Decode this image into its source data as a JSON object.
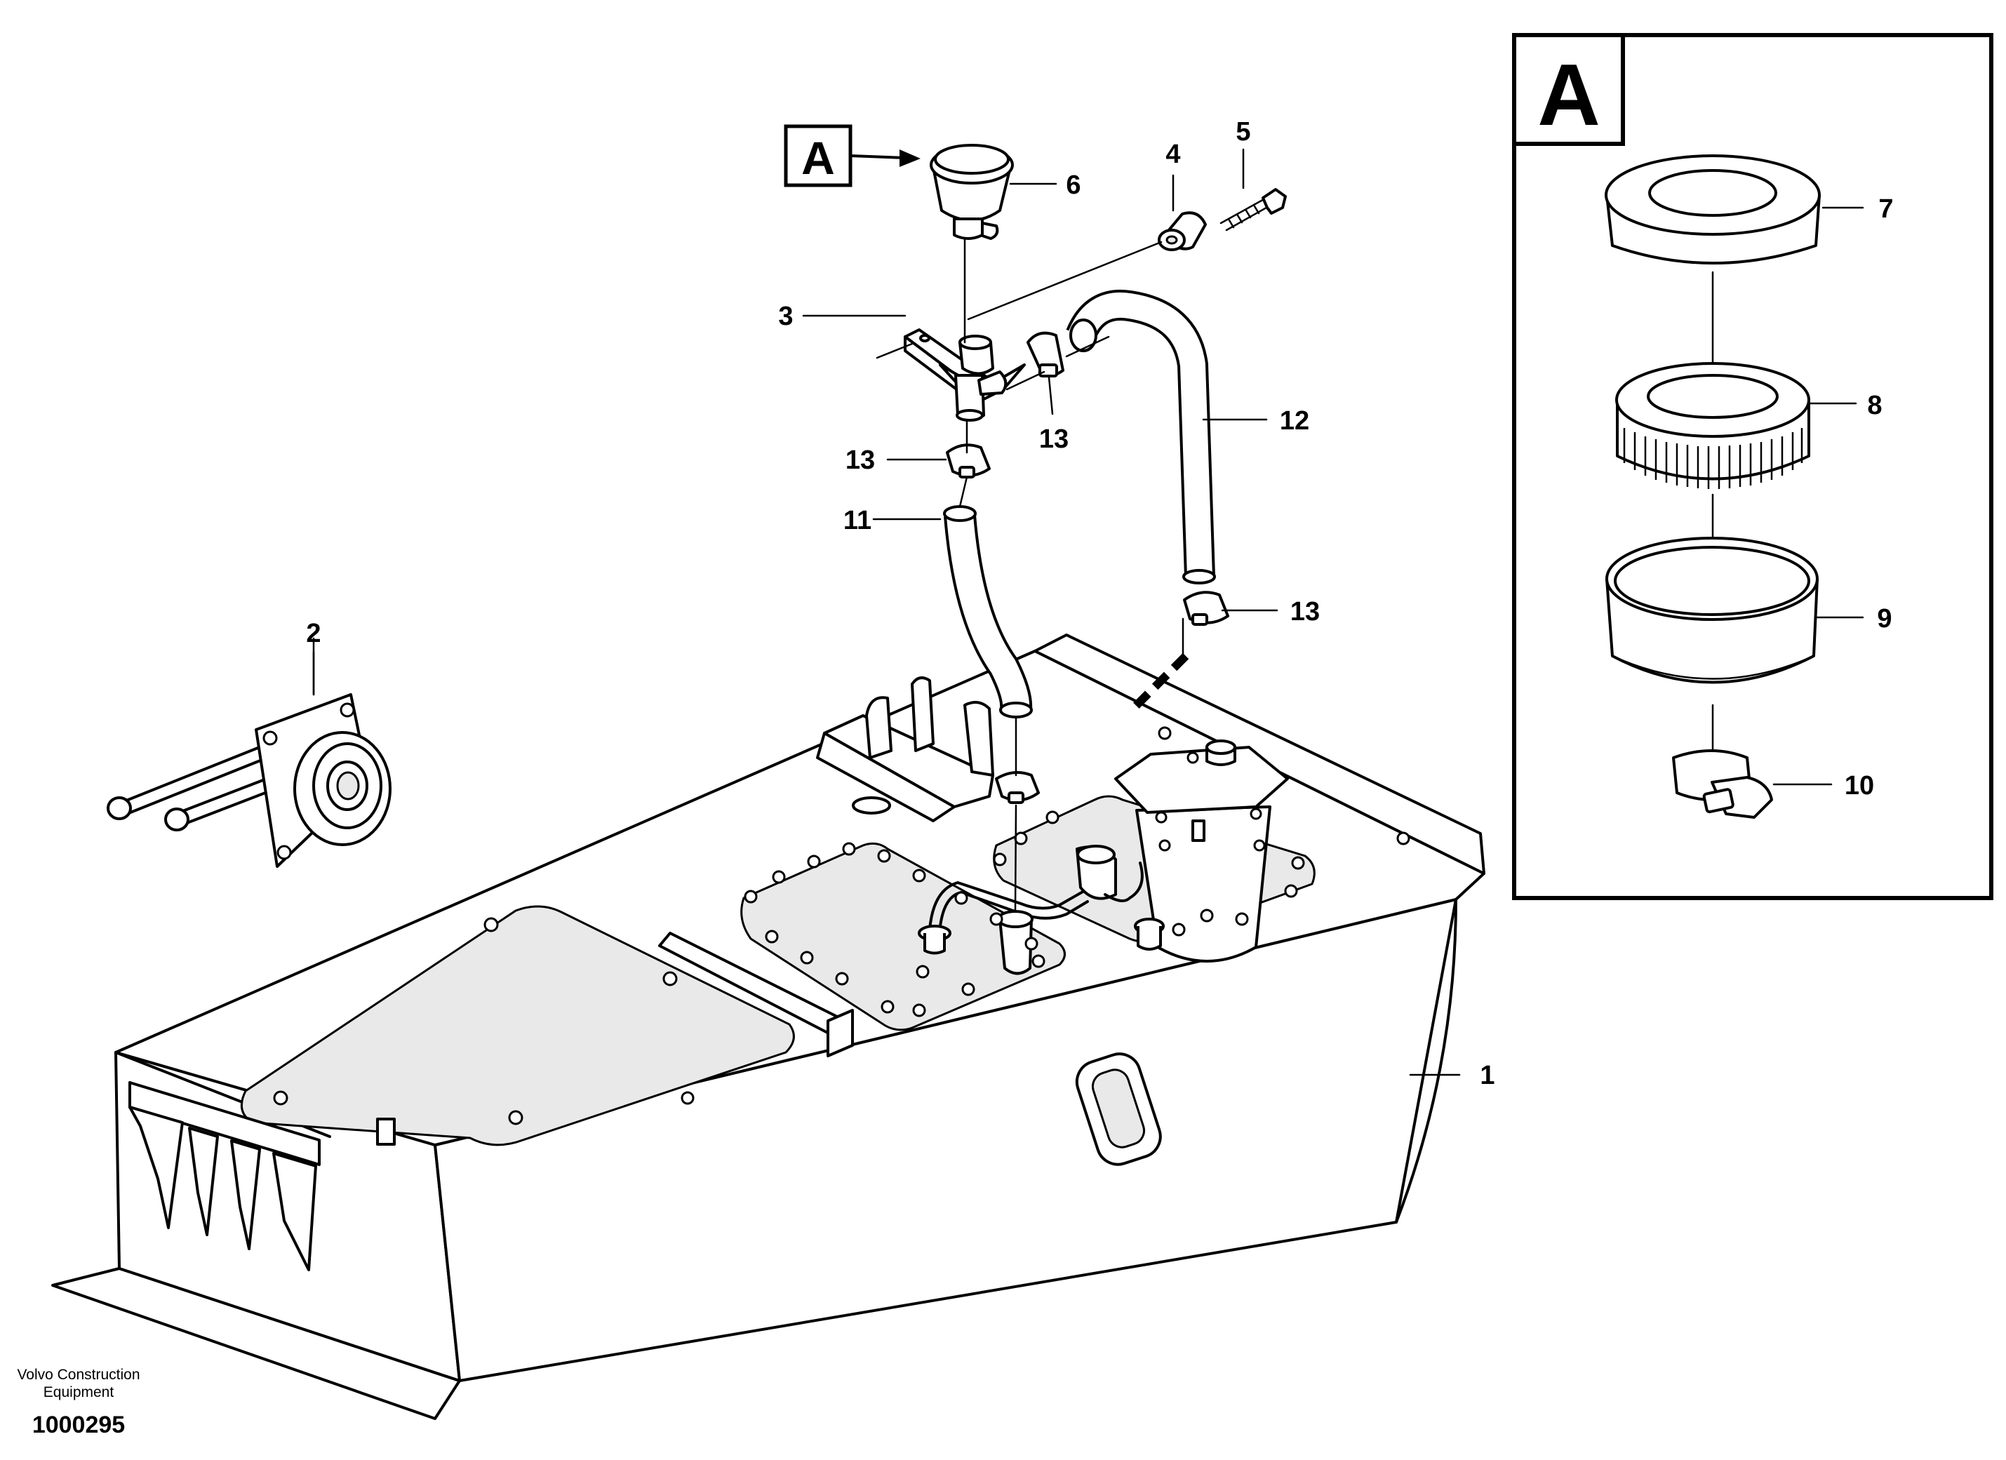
{
  "callouts": [
    {
      "id": "1",
      "label": "1"
    },
    {
      "id": "2",
      "label": "2"
    },
    {
      "id": "3",
      "label": "3"
    },
    {
      "id": "4",
      "label": "4"
    },
    {
      "id": "5",
      "label": "5"
    },
    {
      "id": "6",
      "label": "6"
    },
    {
      "id": "7",
      "label": "7"
    },
    {
      "id": "8",
      "label": "8"
    },
    {
      "id": "9",
      "label": "9"
    },
    {
      "id": "10",
      "label": "10"
    },
    {
      "id": "11",
      "label": "11"
    },
    {
      "id": "12",
      "label": "12"
    },
    {
      "id": "13a",
      "label": "13"
    },
    {
      "id": "13b",
      "label": "13"
    },
    {
      "id": "13c",
      "label": "13"
    }
  ],
  "detail": {
    "marker_label": "A",
    "panel_label": "A"
  },
  "footer": {
    "credit_line1": "Volvo Construction",
    "credit_line2": "Equipment",
    "doc_number": "1000295"
  }
}
